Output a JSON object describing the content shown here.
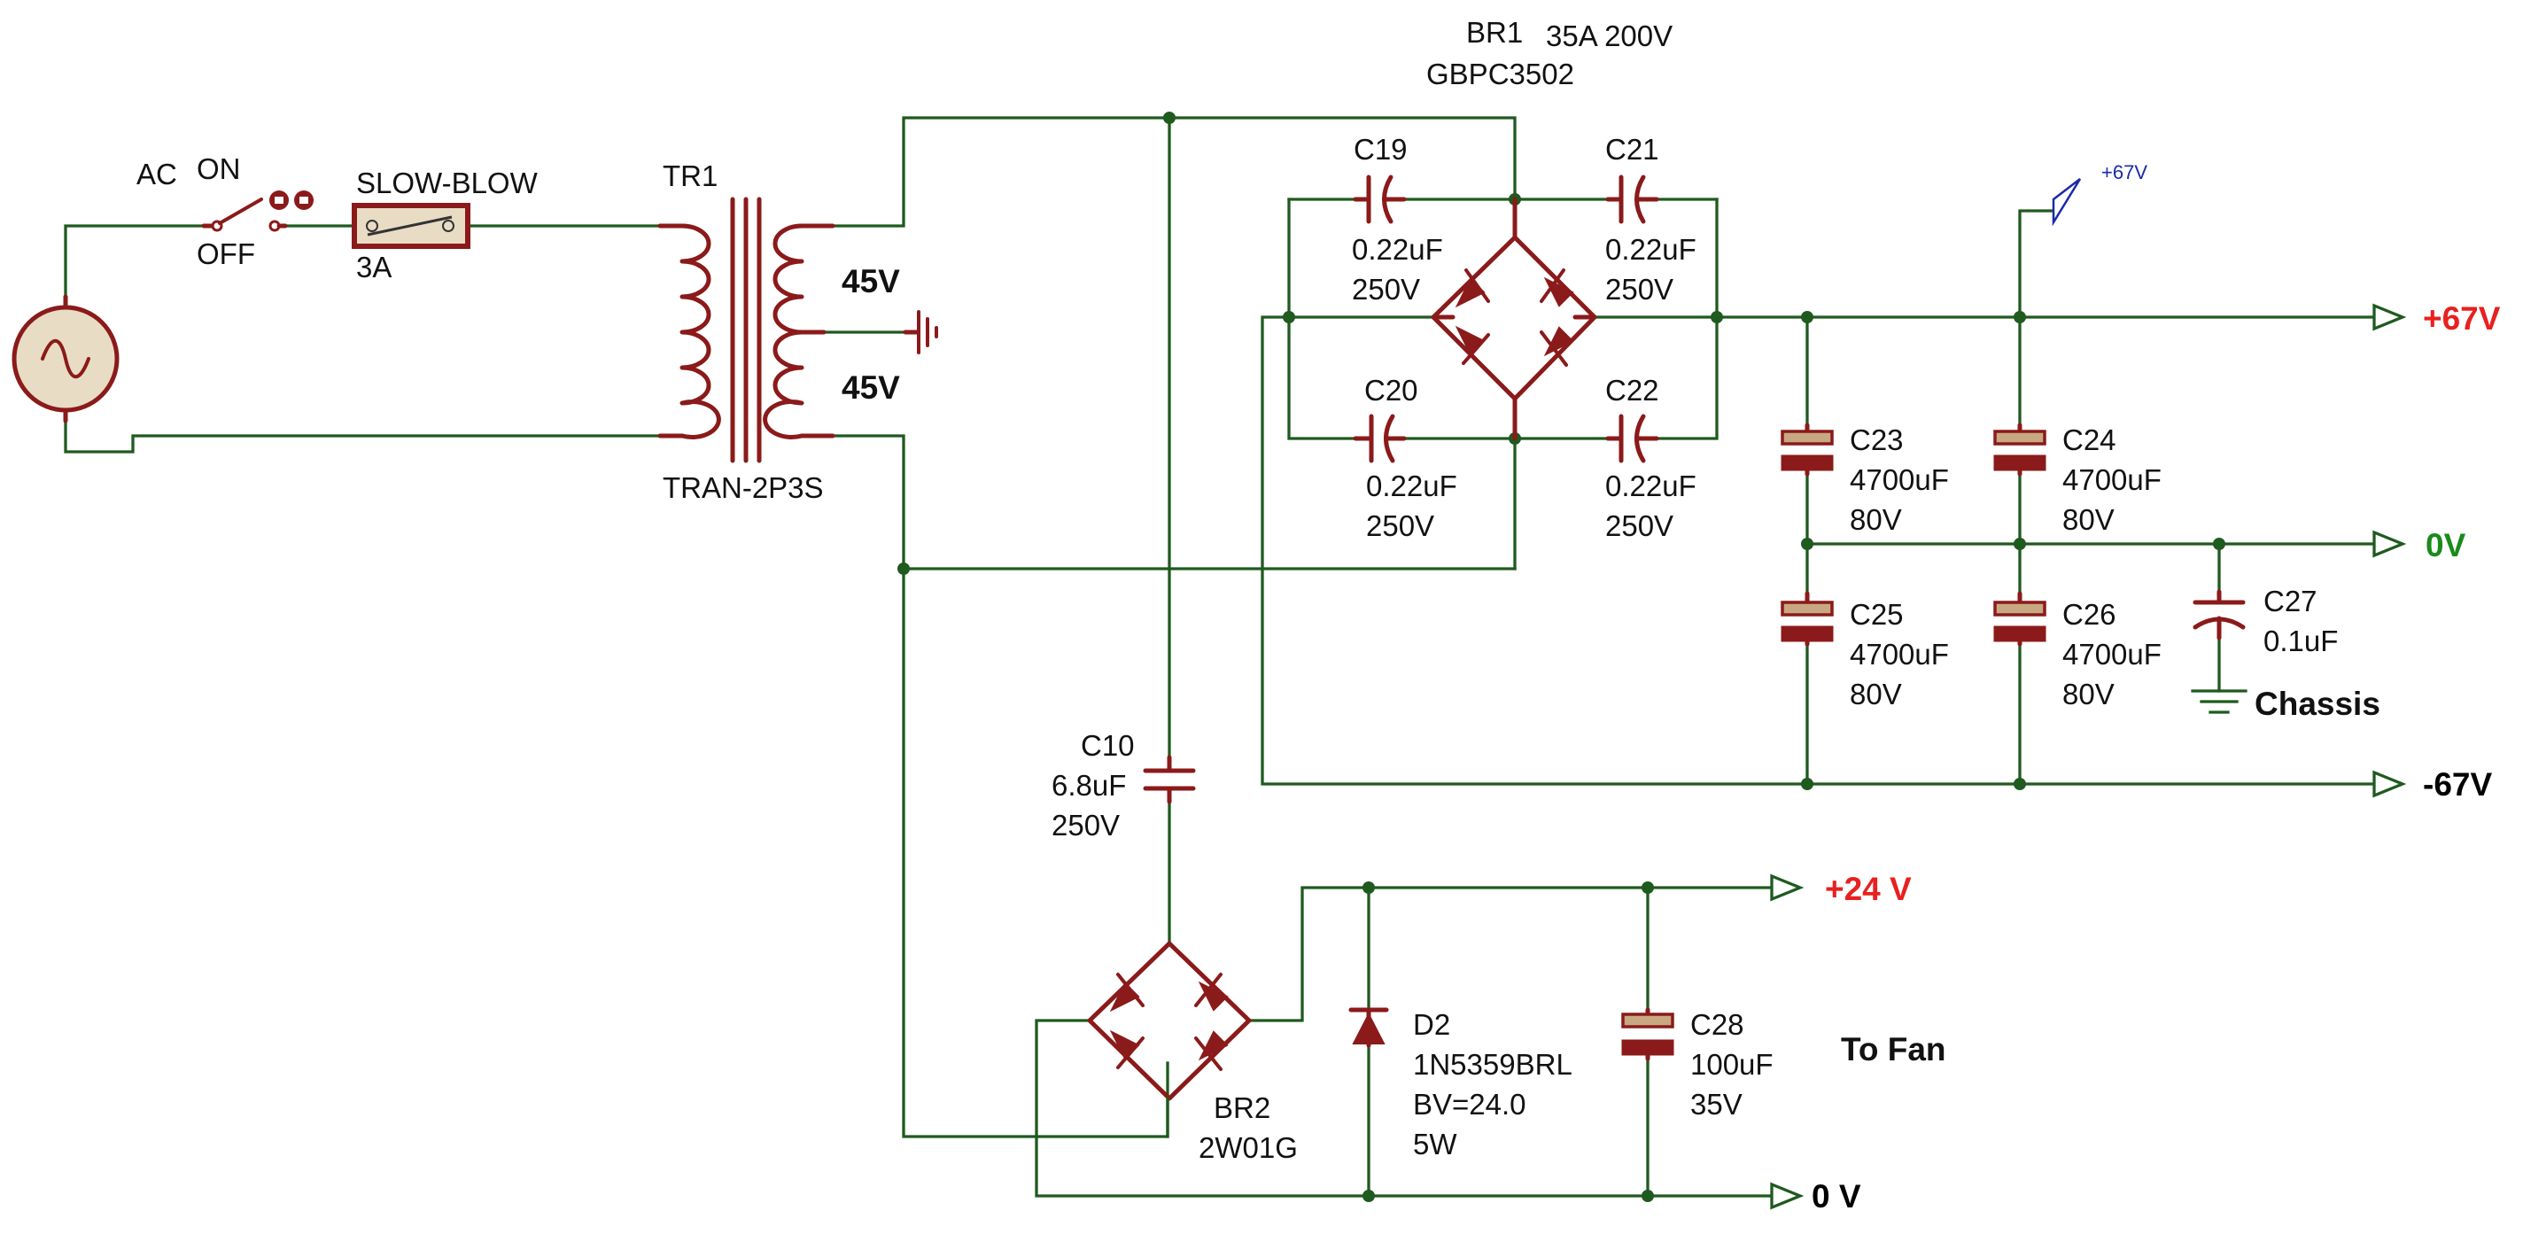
{
  "labels": {
    "ac": "AC",
    "switch_on": "ON",
    "switch_off": "OFF",
    "fuse_name": "SLOW-BLOW",
    "fuse_value": "3A",
    "tr_name": "TR1",
    "tr_part": "TRAN-2P3S",
    "v45_top": "45V",
    "v45_bot": "45V",
    "br1_name": "BR1",
    "br1_rating": "35A 200V",
    "br1_part": "GBPC3502",
    "c19": [
      "C19",
      "0.22uF",
      "250V"
    ],
    "c21": [
      "C21",
      "0.22uF",
      "250V"
    ],
    "c20": [
      "C20",
      "0.22uF",
      "250V"
    ],
    "c22": [
      "C22",
      "0.22uF",
      "250V"
    ],
    "c23": [
      "C23",
      "4700uF",
      "80V"
    ],
    "c24": [
      "C24",
      "4700uF",
      "80V"
    ],
    "c25": [
      "C25",
      "4700uF",
      "80V"
    ],
    "c26": [
      "C26",
      "4700uF",
      "80V"
    ],
    "c27": [
      "C27",
      "0.1uF"
    ],
    "c10": [
      "C10",
      "6.8uF",
      "250V"
    ],
    "c28": [
      "C28",
      "100uF",
      "35V"
    ],
    "d2": [
      "D2",
      "1N5359BRL",
      "BV=24.0",
      "5W"
    ],
    "br2_name": "BR2",
    "br2_part": "2W01G",
    "probe": "+67V",
    "chassis": "Chassis",
    "to_fan": "To Fan"
  },
  "outputs": {
    "plus67": "+67V",
    "zero": "0V",
    "minus67": "-67V",
    "plus24": "+24 V",
    "zero_fan": "0 V"
  },
  "colors": {
    "wire": "#1f5a1f",
    "component": "#8b1a1a",
    "positive_rail": "#e82020",
    "ground_rail": "#1a8a1a",
    "probe": "#1a2aa8"
  }
}
